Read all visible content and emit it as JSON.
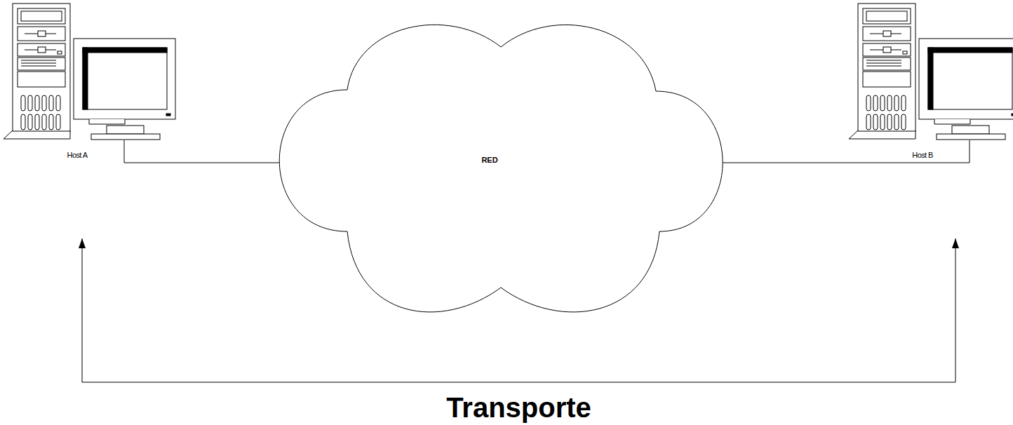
{
  "diagram": {
    "nodes": [
      {
        "text": [
          "Host A"
        ]
      },
      {
        "text": [
          "RED"
        ]
      },
      {
        "text": [
          "Host B"
        ]
      }
    ],
    "edges": [
      {
        "from": 0,
        "to": 1,
        "arrow": "none"
      },
      {
        "from": 1,
        "to": 2,
        "arrow": "none"
      },
      {
        "from": 0,
        "to": 2,
        "label": "Transporte",
        "arrow": "both"
      }
    ]
  }
}
